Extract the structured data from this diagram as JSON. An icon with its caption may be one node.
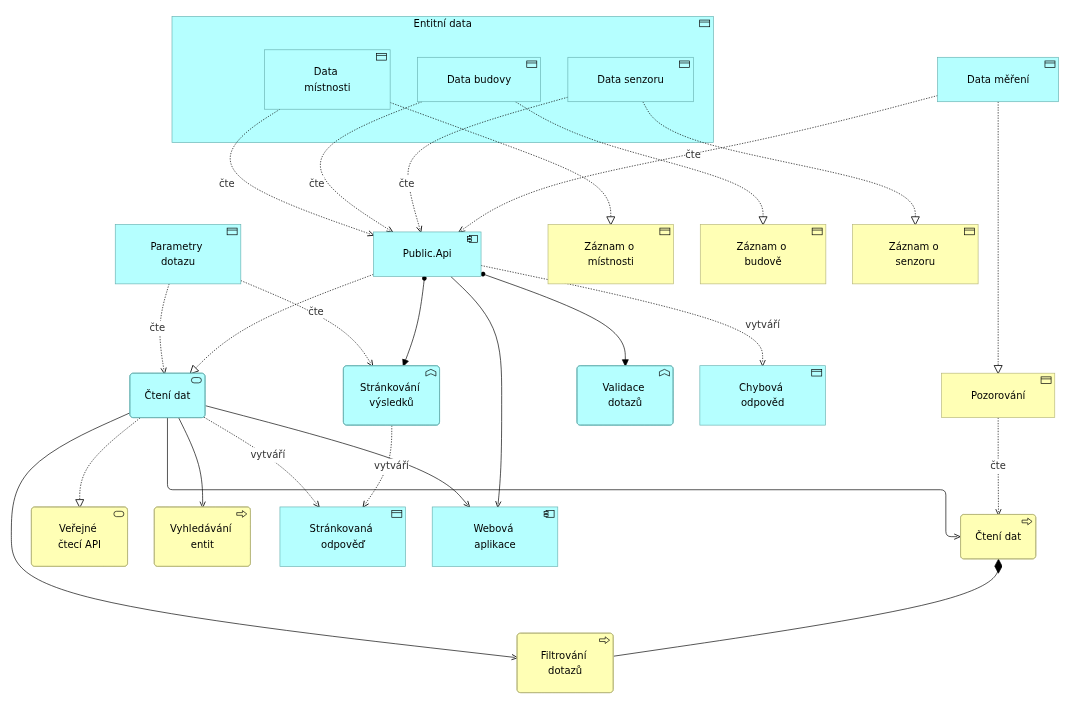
{
  "diagram": {
    "nodes": [
      {
        "text": [
          "Veřejné čtecí API"
        ]
      },
      {
        "text": [
          "Vyhledávání entit"
        ]
      },
      {
        "text": [
          "Čtení dat"
        ]
      },
      {
        "text": [
          "Filtrování dotazů"
        ]
      },
      {
        "text": [
          "Čtení dat"
        ]
      },
      {
        "text": [
          "Stránkovaná odpověď"
        ]
      },
      {
        "text": [
          "Parametry dotazu"
        ]
      },
      {
        "text": [
          "Entitní data"
        ]
      },
      {
        "text": [
          "Public.Api"
        ]
      },
      {
        "text": [
          "Webová aplikace"
        ]
      },
      {
        "text": [
          "Záznam o místnosti"
        ]
      },
      {
        "text": [
          "Data místnosti"
        ],
        "in": 7
      },
      {
        "text": [
          "Stránkování výsledků"
        ]
      },
      {
        "text": [
          "Záznam o budově"
        ]
      },
      {
        "text": [
          "Data budovy"
        ],
        "in": 7
      },
      {
        "text": [
          "Záznam o senzoru"
        ]
      },
      {
        "text": [
          "Data senzoru"
        ],
        "in": 7
      },
      {
        "text": [
          "Validace dotazů"
        ]
      },
      {
        "text": [
          "Pozorování"
        ]
      },
      {
        "text": [
          "Data měření"
        ]
      },
      {
        "text": [
          "Chybová odpověd"
        ]
      }
    ],
    "edges": [
      {
        "from": 2,
        "to": 0,
        "arrow": "to",
        "style": "dashed"
      },
      {
        "from": 2,
        "to": 1,
        "arrow": "to"
      },
      {
        "from": 2,
        "to": 3,
        "arrow": "to"
      },
      {
        "from": 2,
        "to": 4,
        "arrow": "to"
      },
      {
        "from": 4,
        "to": 3,
        "arrow": "other"
      },
      {
        "from": 18,
        "to": 4,
        "arrow": "to",
        "style": "dashed",
        "label": "čte"
      },
      {
        "from": 6,
        "to": 2,
        "arrow": "to",
        "style": "dashed",
        "label": "čte"
      },
      {
        "from": 2,
        "to": 5,
        "arrow": "to",
        "style": "dashed",
        "label": "vytváří"
      },
      {
        "from": 6,
        "to": 12,
        "arrow": "to",
        "style": "dashed",
        "label": "čte"
      },
      {
        "from": 8,
        "to": 2,
        "arrow": "to",
        "style": "dashed"
      },
      {
        "from": 2,
        "to": 9,
        "arrow": "to"
      },
      {
        "from": 8,
        "to": 9,
        "arrow": "to"
      },
      {
        "from": 8,
        "to": 12,
        "arrow": "to"
      },
      {
        "from": 8,
        "to": 17,
        "arrow": "to"
      },
      {
        "from": 12,
        "to": 5,
        "arrow": "to",
        "style": "dashed",
        "label": "vytváří"
      },
      {
        "from": 11,
        "to": 10,
        "arrow": "to",
        "style": "dashed"
      },
      {
        "from": 11,
        "to": 8,
        "arrow": "to",
        "style": "dashed",
        "label": "čte"
      },
      {
        "from": 14,
        "to": 13,
        "arrow": "to",
        "style": "dashed"
      },
      {
        "from": 14,
        "to": 8,
        "arrow": "to",
        "style": "dashed",
        "label": "čte"
      },
      {
        "from": 16,
        "to": 15,
        "arrow": "to",
        "style": "dashed"
      },
      {
        "from": 16,
        "to": 8,
        "arrow": "to",
        "style": "dashed",
        "label": "čte"
      },
      {
        "from": 19,
        "to": 18,
        "arrow": "to",
        "style": "dashed"
      },
      {
        "from": 19,
        "to": 8,
        "arrow": "to",
        "style": "dashed",
        "label": "čte"
      },
      {
        "from": 8,
        "to": 20,
        "arrow": "to",
        "style": "dashed",
        "label": "vytváří"
      }
    ]
  }
}
